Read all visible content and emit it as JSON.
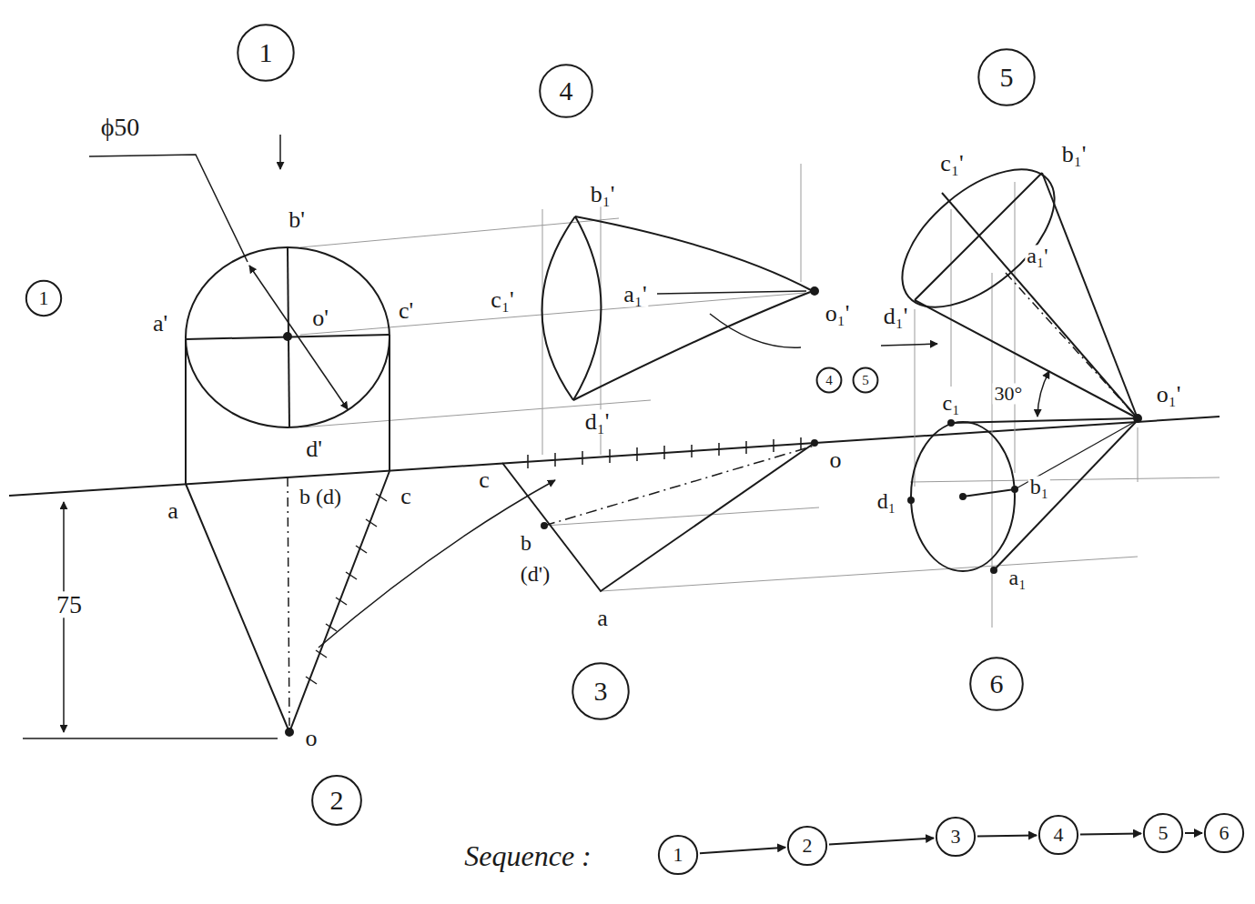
{
  "diagram": {
    "nodes": [
      {
        "text": [
          "1"
        ]
      },
      {
        "text": [
          "1"
        ]
      },
      {
        "text": [
          "4"
        ]
      },
      {
        "text": [
          "5"
        ]
      },
      {
        "text": [
          "4"
        ]
      },
      {
        "text": [
          "5"
        ]
      },
      {
        "text": [
          "2"
        ]
      },
      {
        "text": [
          "3"
        ]
      },
      {
        "text": [
          "6"
        ]
      },
      {
        "text": [
          "1"
        ]
      },
      {
        "text": [
          "2"
        ]
      },
      {
        "text": [
          "3"
        ]
      },
      {
        "text": [
          "4"
        ]
      },
      {
        "text": [
          "5"
        ]
      },
      {
        "text": [
          "6"
        ]
      }
    ],
    "edges": [
      {
        "from": 9,
        "to": 10,
        "arrow": "to"
      },
      {
        "from": 10,
        "to": 11,
        "arrow": "to"
      },
      {
        "from": 11,
        "to": 12,
        "arrow": "to"
      },
      {
        "from": 12,
        "to": 13,
        "arrow": "to"
      },
      {
        "from": 13,
        "to": 14,
        "arrow": "to"
      }
    ],
    "labels": [
      "ϕ50",
      "75",
      "a'",
      "b'",
      "o'",
      "c'",
      "d'",
      "a",
      "b (d)",
      "c",
      "o",
      "c",
      "o",
      "b",
      "(d')",
      "a",
      "b₁'",
      "c₁'",
      "a₁'",
      "d₁'",
      "o₁'",
      "c₁'",
      "b₁'",
      "a₁'",
      "d₁'",
      "o₁'",
      "30°",
      "c₁",
      "b₁",
      "d₁",
      "a₁",
      "Sequence :"
    ]
  }
}
